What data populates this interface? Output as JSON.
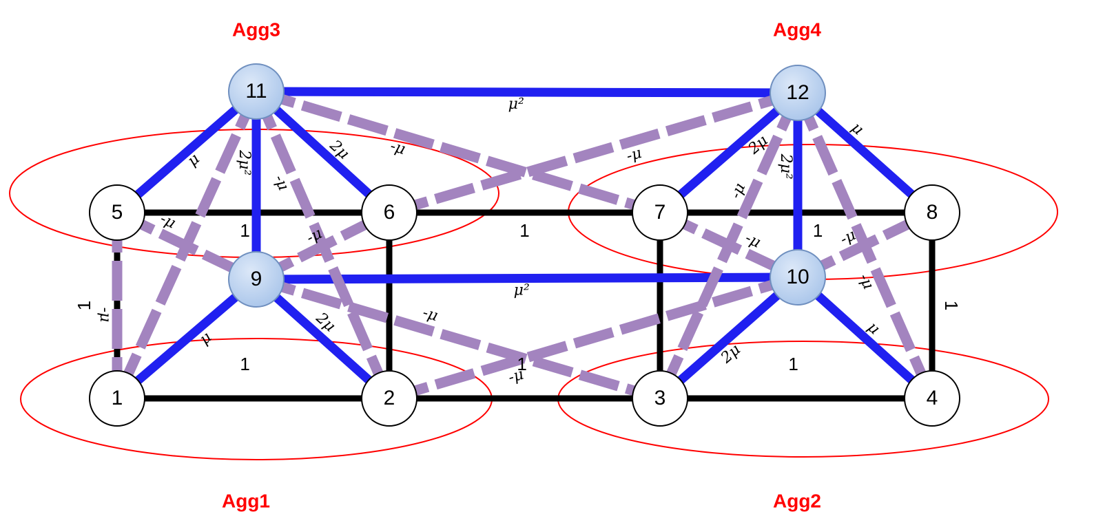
{
  "colors": {
    "black_edge": "#000000",
    "blue_edge": "#2020f0",
    "purple_edge": "#a384bf",
    "aggregate_outline": "#ff0000",
    "aggregate_label": "#ff0000",
    "fine_node_fill": "#ffffff",
    "coarse_node_fill": "#a9c5ea"
  },
  "aggregates": [
    {
      "id": "agg1",
      "label": "Agg1"
    },
    {
      "id": "agg2",
      "label": "Agg2"
    },
    {
      "id": "agg3",
      "label": "Agg3"
    },
    {
      "id": "agg4",
      "label": "Agg4"
    }
  ],
  "nodes": [
    {
      "id": "1",
      "label": "1",
      "kind": "fine"
    },
    {
      "id": "2",
      "label": "2",
      "kind": "fine"
    },
    {
      "id": "3",
      "label": "3",
      "kind": "fine"
    },
    {
      "id": "4",
      "label": "4",
      "kind": "fine"
    },
    {
      "id": "5",
      "label": "5",
      "kind": "fine"
    },
    {
      "id": "6",
      "label": "6",
      "kind": "fine"
    },
    {
      "id": "7",
      "label": "7",
      "kind": "fine"
    },
    {
      "id": "8",
      "label": "8",
      "kind": "fine"
    },
    {
      "id": "9",
      "label": "9",
      "kind": "coarse"
    },
    {
      "id": "10",
      "label": "10",
      "kind": "coarse"
    },
    {
      "id": "11",
      "label": "11",
      "kind": "coarse"
    },
    {
      "id": "12",
      "label": "12",
      "kind": "coarse"
    }
  ],
  "edges": [
    {
      "from": "1",
      "to": "2",
      "style": "black",
      "label": "1"
    },
    {
      "from": "2",
      "to": "3",
      "style": "black",
      "label": "1"
    },
    {
      "from": "3",
      "to": "4",
      "style": "black",
      "label": "1"
    },
    {
      "from": "5",
      "to": "6",
      "style": "black",
      "label": "1"
    },
    {
      "from": "6",
      "to": "7",
      "style": "black",
      "label": "1"
    },
    {
      "from": "7",
      "to": "8",
      "style": "black",
      "label": "1"
    },
    {
      "from": "1",
      "to": "5",
      "style": "black",
      "label": "1"
    },
    {
      "from": "2",
      "to": "6",
      "style": "black",
      "label": ""
    },
    {
      "from": "3",
      "to": "7",
      "style": "black",
      "label": ""
    },
    {
      "from": "4",
      "to": "8",
      "style": "black",
      "label": "1"
    },
    {
      "from": "11",
      "to": "12",
      "style": "blue",
      "label": "μ²"
    },
    {
      "from": "9",
      "to": "10",
      "style": "blue",
      "label": "μ²"
    },
    {
      "from": "11",
      "to": "9",
      "style": "blue",
      "label": "2μ²"
    },
    {
      "from": "12",
      "to": "10",
      "style": "blue",
      "label": "2μ²"
    },
    {
      "from": "11",
      "to": "5",
      "style": "blue",
      "label": "μ"
    },
    {
      "from": "11",
      "to": "6",
      "style": "blue",
      "label": "2μ"
    },
    {
      "from": "12",
      "to": "7",
      "style": "blue",
      "label": "2μ"
    },
    {
      "from": "12",
      "to": "8",
      "style": "blue",
      "label": "μ"
    },
    {
      "from": "9",
      "to": "1",
      "style": "blue",
      "label": "μ"
    },
    {
      "from": "9",
      "to": "2",
      "style": "blue",
      "label": "2μ"
    },
    {
      "from": "10",
      "to": "3",
      "style": "blue",
      "label": "2μ"
    },
    {
      "from": "10",
      "to": "4",
      "style": "blue",
      "label": "μ"
    },
    {
      "from": "11",
      "to": "1",
      "style": "purple",
      "label": ""
    },
    {
      "from": "11",
      "to": "2",
      "style": "purple",
      "label": "-μ"
    },
    {
      "from": "11",
      "to": "7",
      "style": "purple",
      "label": "-μ"
    },
    {
      "from": "12",
      "to": "6",
      "style": "purple",
      "label": "-μ"
    },
    {
      "from": "12",
      "to": "3",
      "style": "purple",
      "label": "-μ"
    },
    {
      "from": "12",
      "to": "4",
      "style": "purple",
      "label": "-μ"
    },
    {
      "from": "9",
      "to": "3",
      "style": "purple",
      "label": "-μ"
    },
    {
      "from": "10",
      "to": "2",
      "style": "purple",
      "label": "-μ"
    },
    {
      "from": "5",
      "to": "9",
      "style": "purple",
      "label": "-μ"
    },
    {
      "from": "9",
      "to": "6",
      "style": "purple",
      "label": "-μ"
    },
    {
      "from": "7",
      "to": "10",
      "style": "purple",
      "label": "-μ"
    },
    {
      "from": "10",
      "to": "8",
      "style": "purple",
      "label": "-μ"
    },
    {
      "from": "5",
      "to": "1",
      "style": "purple",
      "label": "-μ"
    }
  ]
}
